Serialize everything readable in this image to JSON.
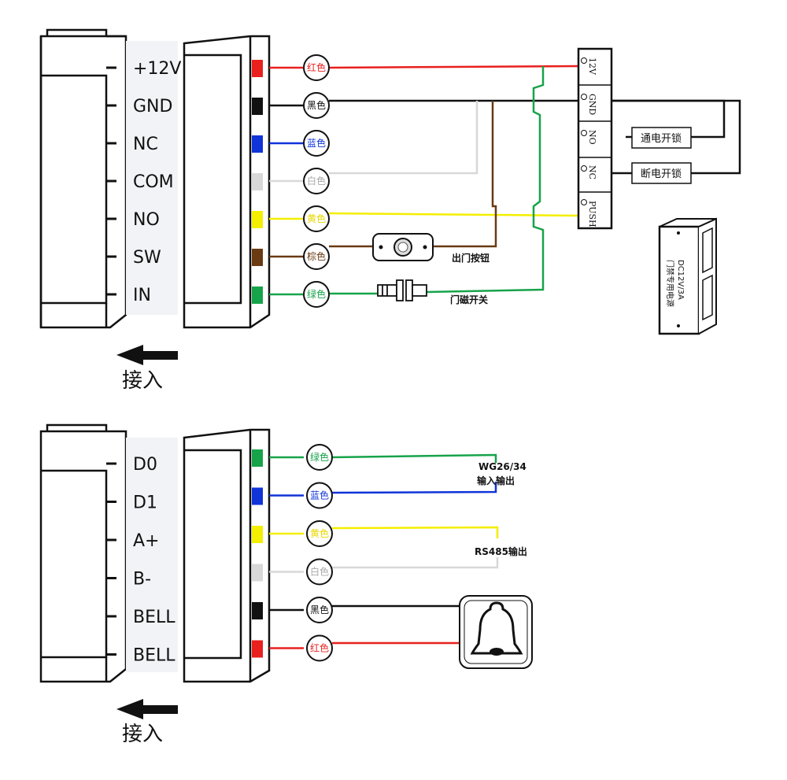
{
  "top": {
    "pins": [
      {
        "label": "+12V",
        "color": "#e8201e",
        "wire_label": "红色"
      },
      {
        "label": "GND",
        "color": "#111111",
        "wire_label": "黑色"
      },
      {
        "label": "NC",
        "color": "#1034d8",
        "wire_label": "蓝色"
      },
      {
        "label": "COM",
        "color": "#d8d8d8",
        "wire_label": "白色"
      },
      {
        "label": "NO",
        "color": "#f4ee00",
        "wire_label": "黄色"
      },
      {
        "label": "SW",
        "color": "#6a3a12",
        "wire_label": "棕色"
      },
      {
        "label": "IN",
        "color": "#17a34a",
        "wire_label": "绿色"
      }
    ],
    "terminals": [
      "12V",
      "GND",
      "NO",
      "NC",
      "PUSH"
    ],
    "unlock_on": "通电开锁",
    "unlock_off": "断电开锁",
    "exit_button": "出门按钮",
    "door_sensor": "门磁开关",
    "psu_line1": "DC12V/3A",
    "psu_line2": "门禁专用电源",
    "arrow_label": "接入"
  },
  "bottom": {
    "pins": [
      {
        "label": "D0",
        "color": "#17a34a",
        "wire_label": "绿色"
      },
      {
        "label": "D1",
        "color": "#1034d8",
        "wire_label": "蓝色"
      },
      {
        "label": "A+",
        "color": "#f4ee00",
        "wire_label": "黄色"
      },
      {
        "label": "B-",
        "color": "#d8d8d8",
        "wire_label": "白色"
      },
      {
        "label": "BELL",
        "color": "#111111",
        "wire_label": "黑色"
      },
      {
        "label": "BELL",
        "color": "#e8201e",
        "wire_label": "红色"
      }
    ],
    "wg_line1": "WG26/34",
    "wg_line2": "输入输出",
    "rs485": "RS485输出",
    "arrow_label": "接入"
  }
}
